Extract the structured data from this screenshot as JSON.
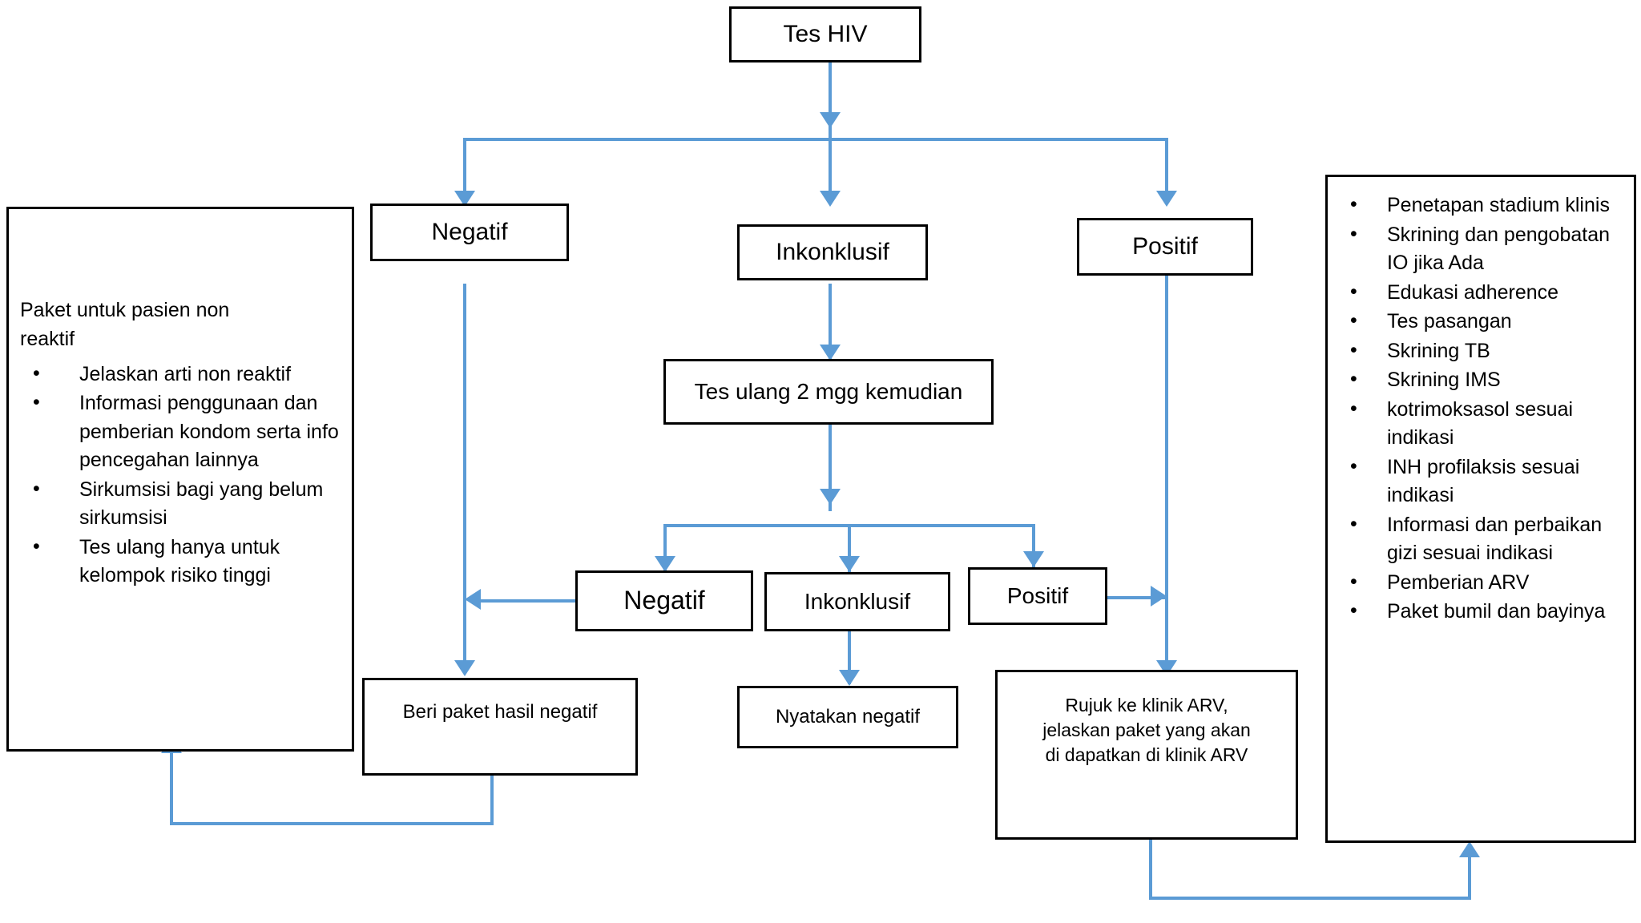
{
  "diagram": {
    "type": "flowchart",
    "title_node": "Tes HIV",
    "accent_color": "#5B9BD5",
    "border_color": "#000000",
    "background_color": "#FFFFFF"
  },
  "nodes": {
    "root": {
      "label": "Tes HIV"
    },
    "level1": [
      {
        "id": "negatif-1",
        "label": "Negatif"
      },
      {
        "id": "inkonklusif-1",
        "label": "Inkonklusif"
      },
      {
        "id": "positif-1",
        "label": "Positif"
      }
    ],
    "retest": {
      "label": "Tes ulang 2 mgg kemudian"
    },
    "level2": [
      {
        "id": "negatif-2",
        "label": "Negatif"
      },
      {
        "id": "inkonklusif-2",
        "label": "Inkonklusif"
      },
      {
        "id": "positif-2",
        "label": "Positif"
      }
    ],
    "outcomes": [
      {
        "id": "beri-paket",
        "label": "Beri paket hasil negatif"
      },
      {
        "id": "nyatakan-negatif",
        "label": "Nyatakan negatif"
      },
      {
        "id": "rujuk-arv",
        "line1": "Rujuk ke klinik ARV,",
        "line2": "jelaskan paket yang akan",
        "line3": "di dapatkan di klinik ARV"
      }
    ]
  },
  "left_panel": {
    "heading_line1": "Paket untuk pasien non",
    "heading_line2": "reaktif",
    "bullets": [
      "Jelaskan arti non reaktif",
      "Informasi penggunaan dan pemberian kondom serta info pencegahan lainnya",
      "Sirkumsisi bagi yang belum sirkumsisi",
      "Tes ulang hanya untuk kelompok risiko tinggi"
    ]
  },
  "right_panel": {
    "bullets": [
      "Penetapan stadium klinis",
      "Skrining dan pengobatan IO jika Ada",
      "Edukasi adherence",
      "Tes pasangan",
      "Skrining TB",
      "Skrining IMS",
      "kotrimoksasol sesuai indikasi",
      "INH profilaksis sesuai indikasi",
      "Informasi dan perbaikan gizi sesuai indikasi",
      "Pemberian ARV",
      "Paket bumil dan bayinya"
    ]
  }
}
